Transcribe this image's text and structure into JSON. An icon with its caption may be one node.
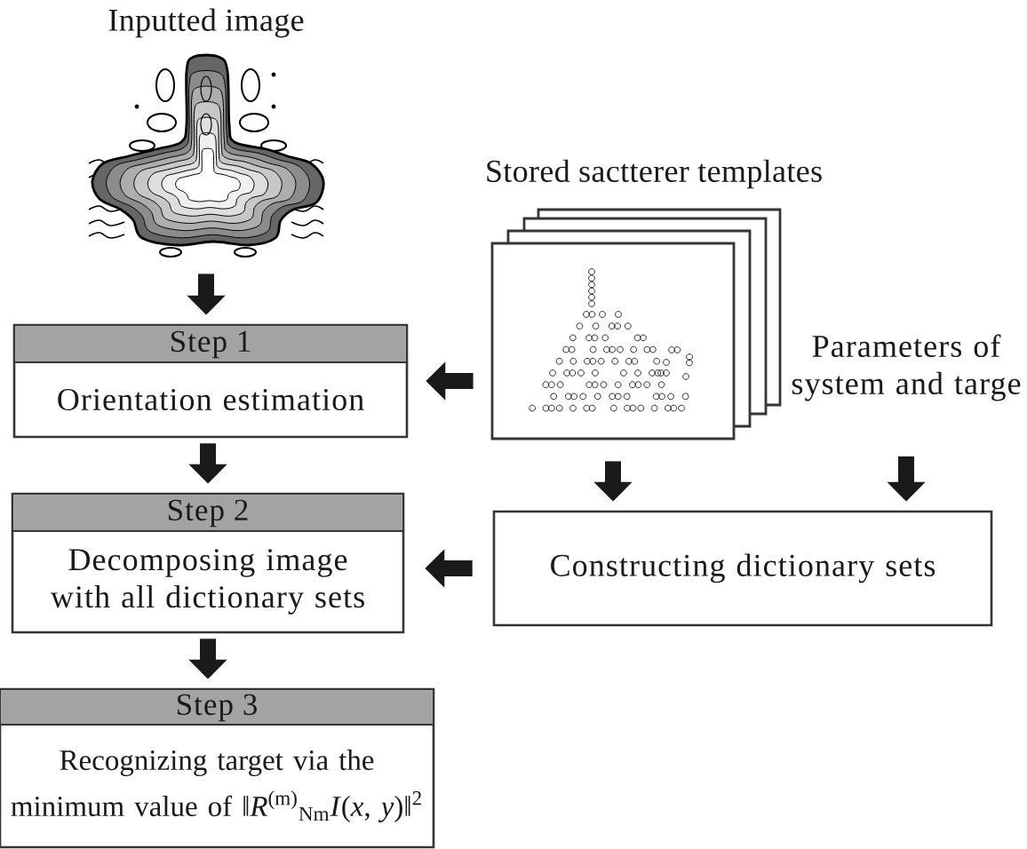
{
  "diagram": {
    "nodes": [
      {
        "text": [],
        "shape": "picture",
        "beside": [
          "Inputted image"
        ]
      },
      {
        "text": [
          "Step 1",
          "Orientation estimation"
        ]
      },
      {
        "text": [
          "Step 2",
          "Decomposing image with all dictionary sets"
        ]
      },
      {
        "text": [
          "Step 3",
          "Recognizing target via the minimum value of ‖*R*$^{(m)}$$_{Nm}$*I*(*x*, *y*)‖$^{2}$"
        ]
      },
      {
        "text": [],
        "shape": "picture",
        "beside": [
          "Stored sactterer templates"
        ]
      },
      {
        "text": [
          "Parameters of system and targe"
        ]
      },
      {
        "text": [
          "Constructing dictionary sets"
        ]
      }
    ],
    "edges": [
      {
        "from": 0,
        "to": 1,
        "arrow": "to"
      },
      {
        "from": 1,
        "to": 2,
        "arrow": "to"
      },
      {
        "from": 2,
        "to": 3,
        "arrow": "to"
      },
      {
        "from": 4,
        "to": 1,
        "arrow": "to"
      },
      {
        "from": 4,
        "to": 6,
        "arrow": "to"
      },
      {
        "from": 5,
        "to": 6,
        "arrow": "to"
      },
      {
        "from": 6,
        "to": 2,
        "arrow": "to"
      }
    ]
  }
}
